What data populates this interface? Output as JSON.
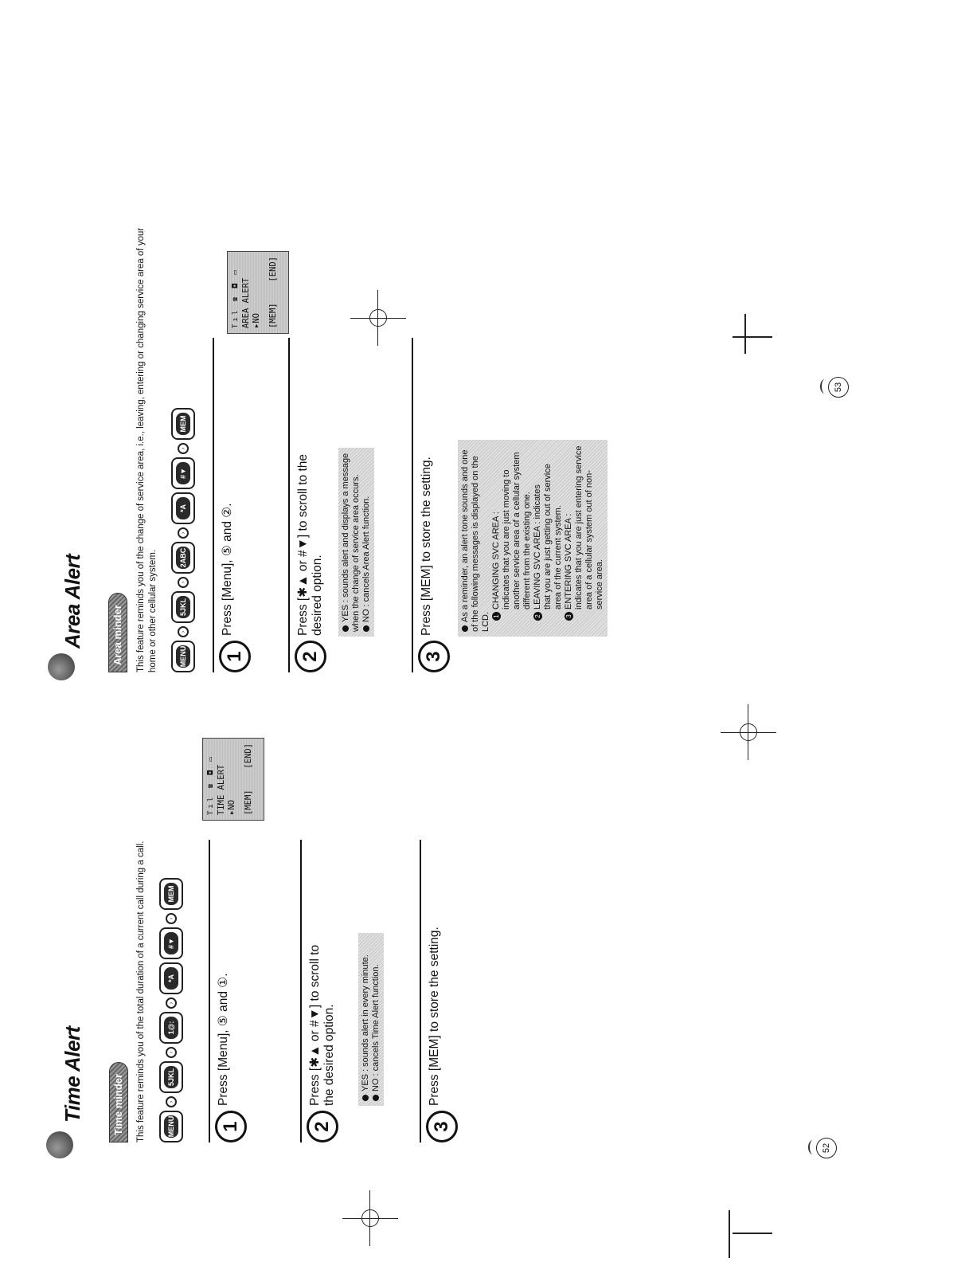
{
  "left_page": {
    "title": "Time Alert",
    "section": "Time minder",
    "intro": "This feature reminds you of the total duration of a current call during a call.",
    "keys": [
      "MENU",
      "5JKL",
      "1@:",
      "*A",
      "#▼",
      "MEM"
    ],
    "lcd": {
      "icons": "Tıl  ☎  ◘  ▭",
      "line1": "TIME ALERT",
      "line2": "▸NO",
      "soft_left": "[MEM]",
      "soft_right": "[END]"
    },
    "steps": [
      {
        "num": "1",
        "text": "Press [Menu], ⑤ and ①."
      },
      {
        "num": "2",
        "text": "Press [✱▲ or #▼] to scroll to the desired option.",
        "notes": [
          "YES : sounds alert in every minute.",
          "NO : cancels Time Alert function."
        ]
      },
      {
        "num": "3",
        "text": "Press [MEM] to store the setting."
      }
    ],
    "page_number": "52"
  },
  "right_page": {
    "title": "Area Alert",
    "section": "Area minder",
    "intro": "This feature reminds you of the change of service area, i.e., leaving, entering or changing service area of your home or other cellular system.",
    "keys": [
      "MENU",
      "5JKL",
      "2ABC",
      "*A",
      "#▼",
      "MEM"
    ],
    "lcd": {
      "icons": "Tıl  ☎  ◘  ▭",
      "line1": "AREA ALERT",
      "line2": "▸NO",
      "soft_left": "[MEM]",
      "soft_right": "[END]"
    },
    "steps": [
      {
        "num": "1",
        "text": "Press [Menu], ⑤ and ②."
      },
      {
        "num": "2",
        "text": "Press [✱▲ or #▼] to scroll to the desired option.",
        "notes": [
          "YES : sounds alert and displays a message when the change of service area occurs.",
          "NO : cancels Area Alert function."
        ]
      },
      {
        "num": "3",
        "text": "Press [MEM] to store the setting.",
        "notes_intro": "As a reminder, an alert tone sounds and one of the following messages is displayed on the LCD.",
        "messages": [
          {
            "n": "1",
            "label": "CHANGING SVC AREA :",
            "desc": "indicates that you are just moving to another service area of a cellular system different from the existing one."
          },
          {
            "n": "2",
            "label": "LEAVING SVC AREA : indicates",
            "desc": "that you are just getting out of service area of the current system."
          },
          {
            "n": "3",
            "label": "ENTERING SVC AREA :",
            "desc": "indicates that you are just entering service area of a cellular system out of non-service area."
          }
        ]
      }
    ],
    "page_number": "53"
  }
}
